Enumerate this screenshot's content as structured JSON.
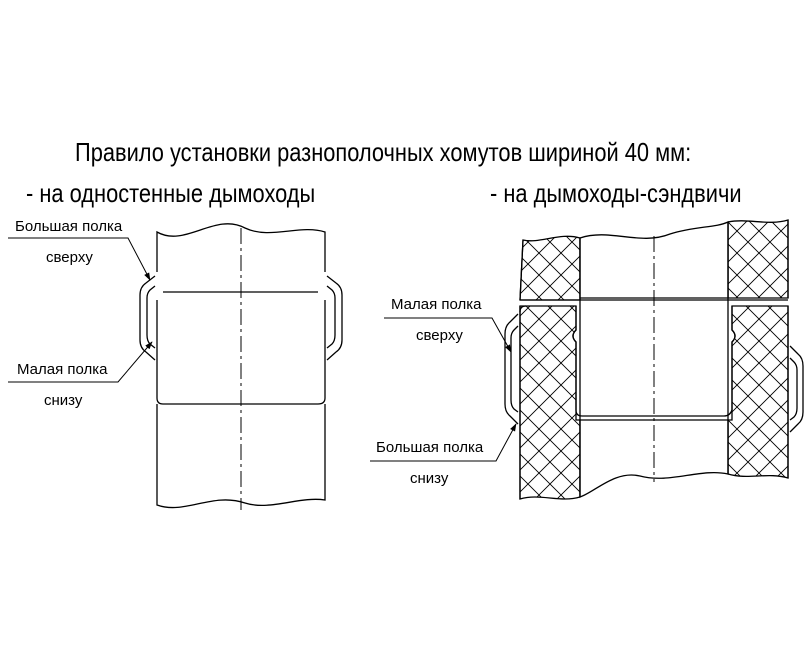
{
  "title": "Правило установки разнополочных хомутов шириной 40 мм:",
  "left": {
    "subtitle": "- на одностенные дымоходы",
    "label_top_line1": "Большая полка",
    "label_top_line2": "сверху",
    "label_bottom_line1": "Малая полка",
    "label_bottom_line2": "снизу"
  },
  "right": {
    "subtitle": "- на дымоходы-сэндвичи",
    "label_top_line1": "Малая полка",
    "label_top_line2": "сверху",
    "label_bottom_line1": "Большая полка",
    "label_bottom_line2": "снизу"
  },
  "colors": {
    "line": "#000000",
    "background": "#ffffff"
  }
}
